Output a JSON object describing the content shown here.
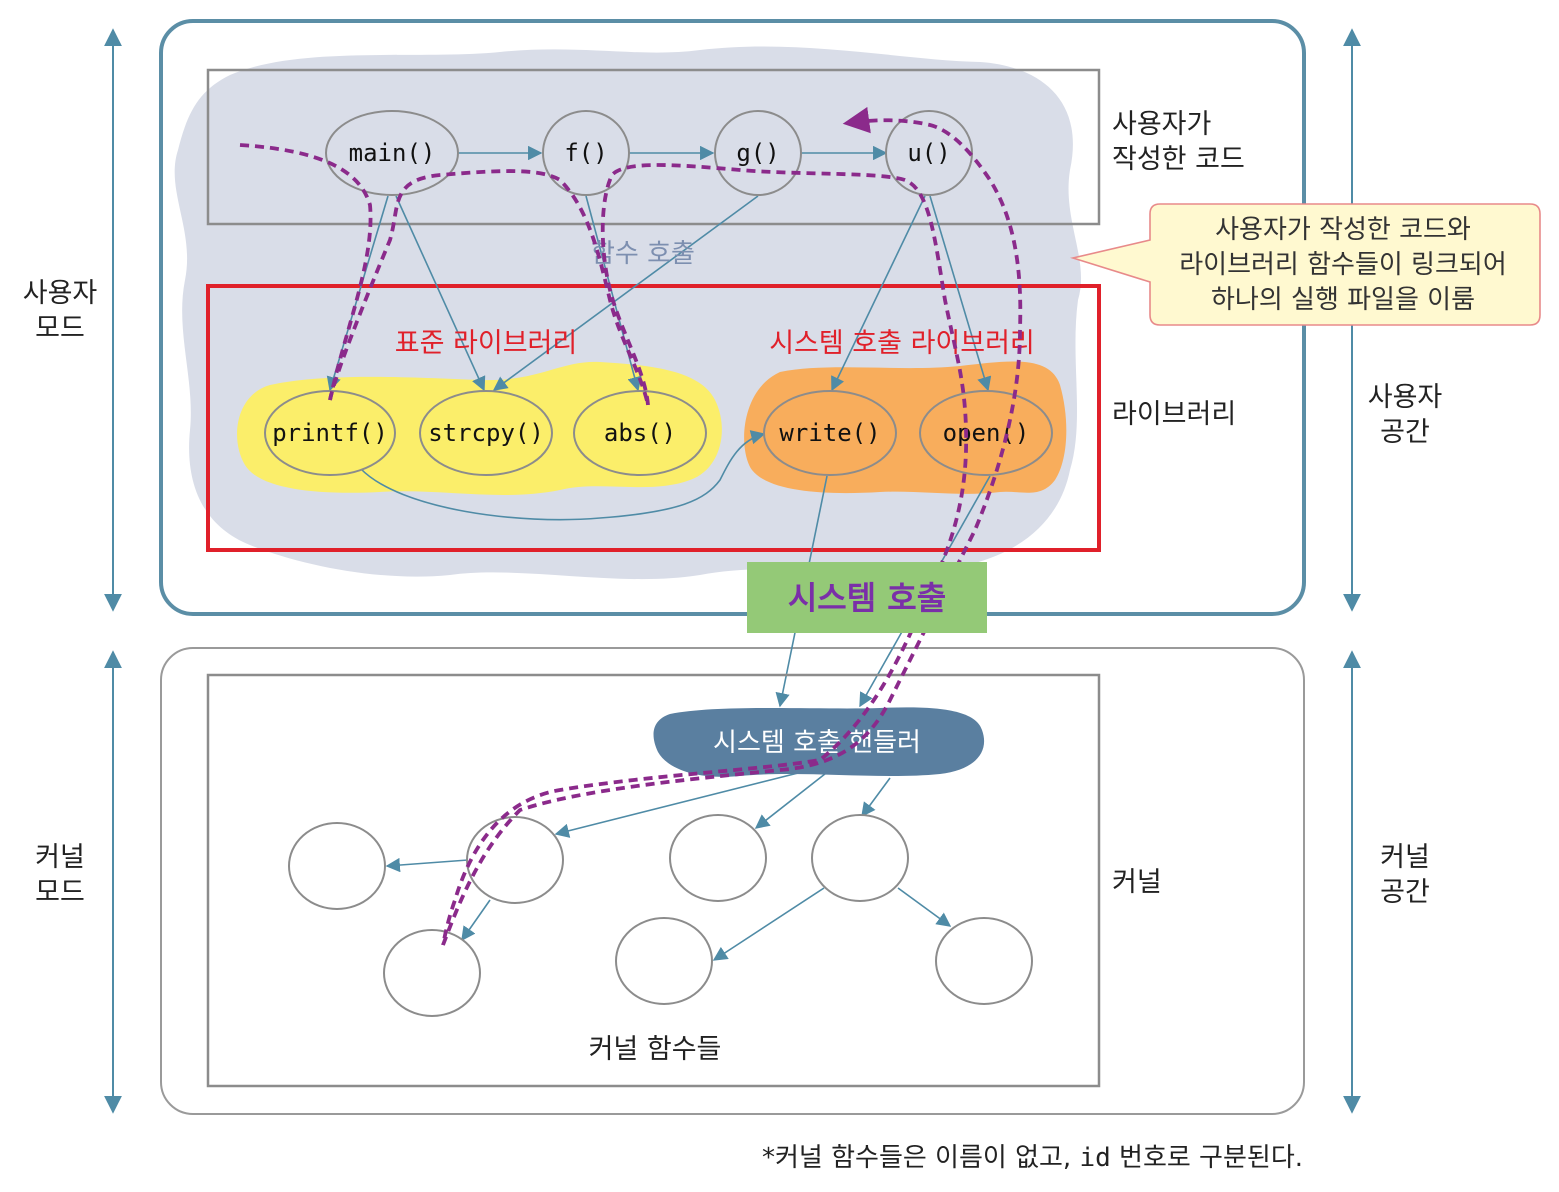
{
  "labels": {
    "user_mode": [
      "사용자",
      "모드"
    ],
    "kernel_mode": [
      "커널",
      "모드"
    ],
    "user_space": [
      "사용자",
      "공간"
    ],
    "kernel_space": [
      "커널",
      "공간"
    ],
    "user_code": [
      "사용자가",
      "작성한 코드"
    ],
    "library": "라이브러리",
    "kernel": "커널",
    "function_call": "함수 호출",
    "std_library": "표준 라이브러리",
    "syscall_library": "시스템 호출 라이브러리",
    "system_call": "시스템 호출",
    "syscall_handler": "시스템 호출 핸들러",
    "kernel_functions": "커널 함수들",
    "callout": [
      "사용자가 작성한 코드와",
      "라이브러리 함수들이 링크되어",
      "하나의 실행 파일을 이룸"
    ],
    "footnote_pre": "*커널 함수들은 이름이 없고, ",
    "footnote_id": "id",
    "footnote_post": " 번호로 구분된다."
  },
  "functions": {
    "main": "main()",
    "f": "f()",
    "g": "g()",
    "u": "u()",
    "printf": "printf()",
    "strcpy": "strcpy()",
    "abs": "abs()",
    "write": "write()",
    "open": "open()"
  },
  "colors": {
    "user_border": "#5b8ea6",
    "cloud": "#d9dde8",
    "red_box": "#e0202a",
    "std_lib_fill": "#fbee6a",
    "sys_lib_fill": "#f8ad5c",
    "syscall_box": "#94c977",
    "syscall_text": "#7a2fa8",
    "handler_fill": "#5a7fa0",
    "arrow": "#4f8ba6",
    "dashed_path": "#8b2a8b",
    "callout_fill": "#fff9d0",
    "callout_border": "#e88a8a"
  }
}
